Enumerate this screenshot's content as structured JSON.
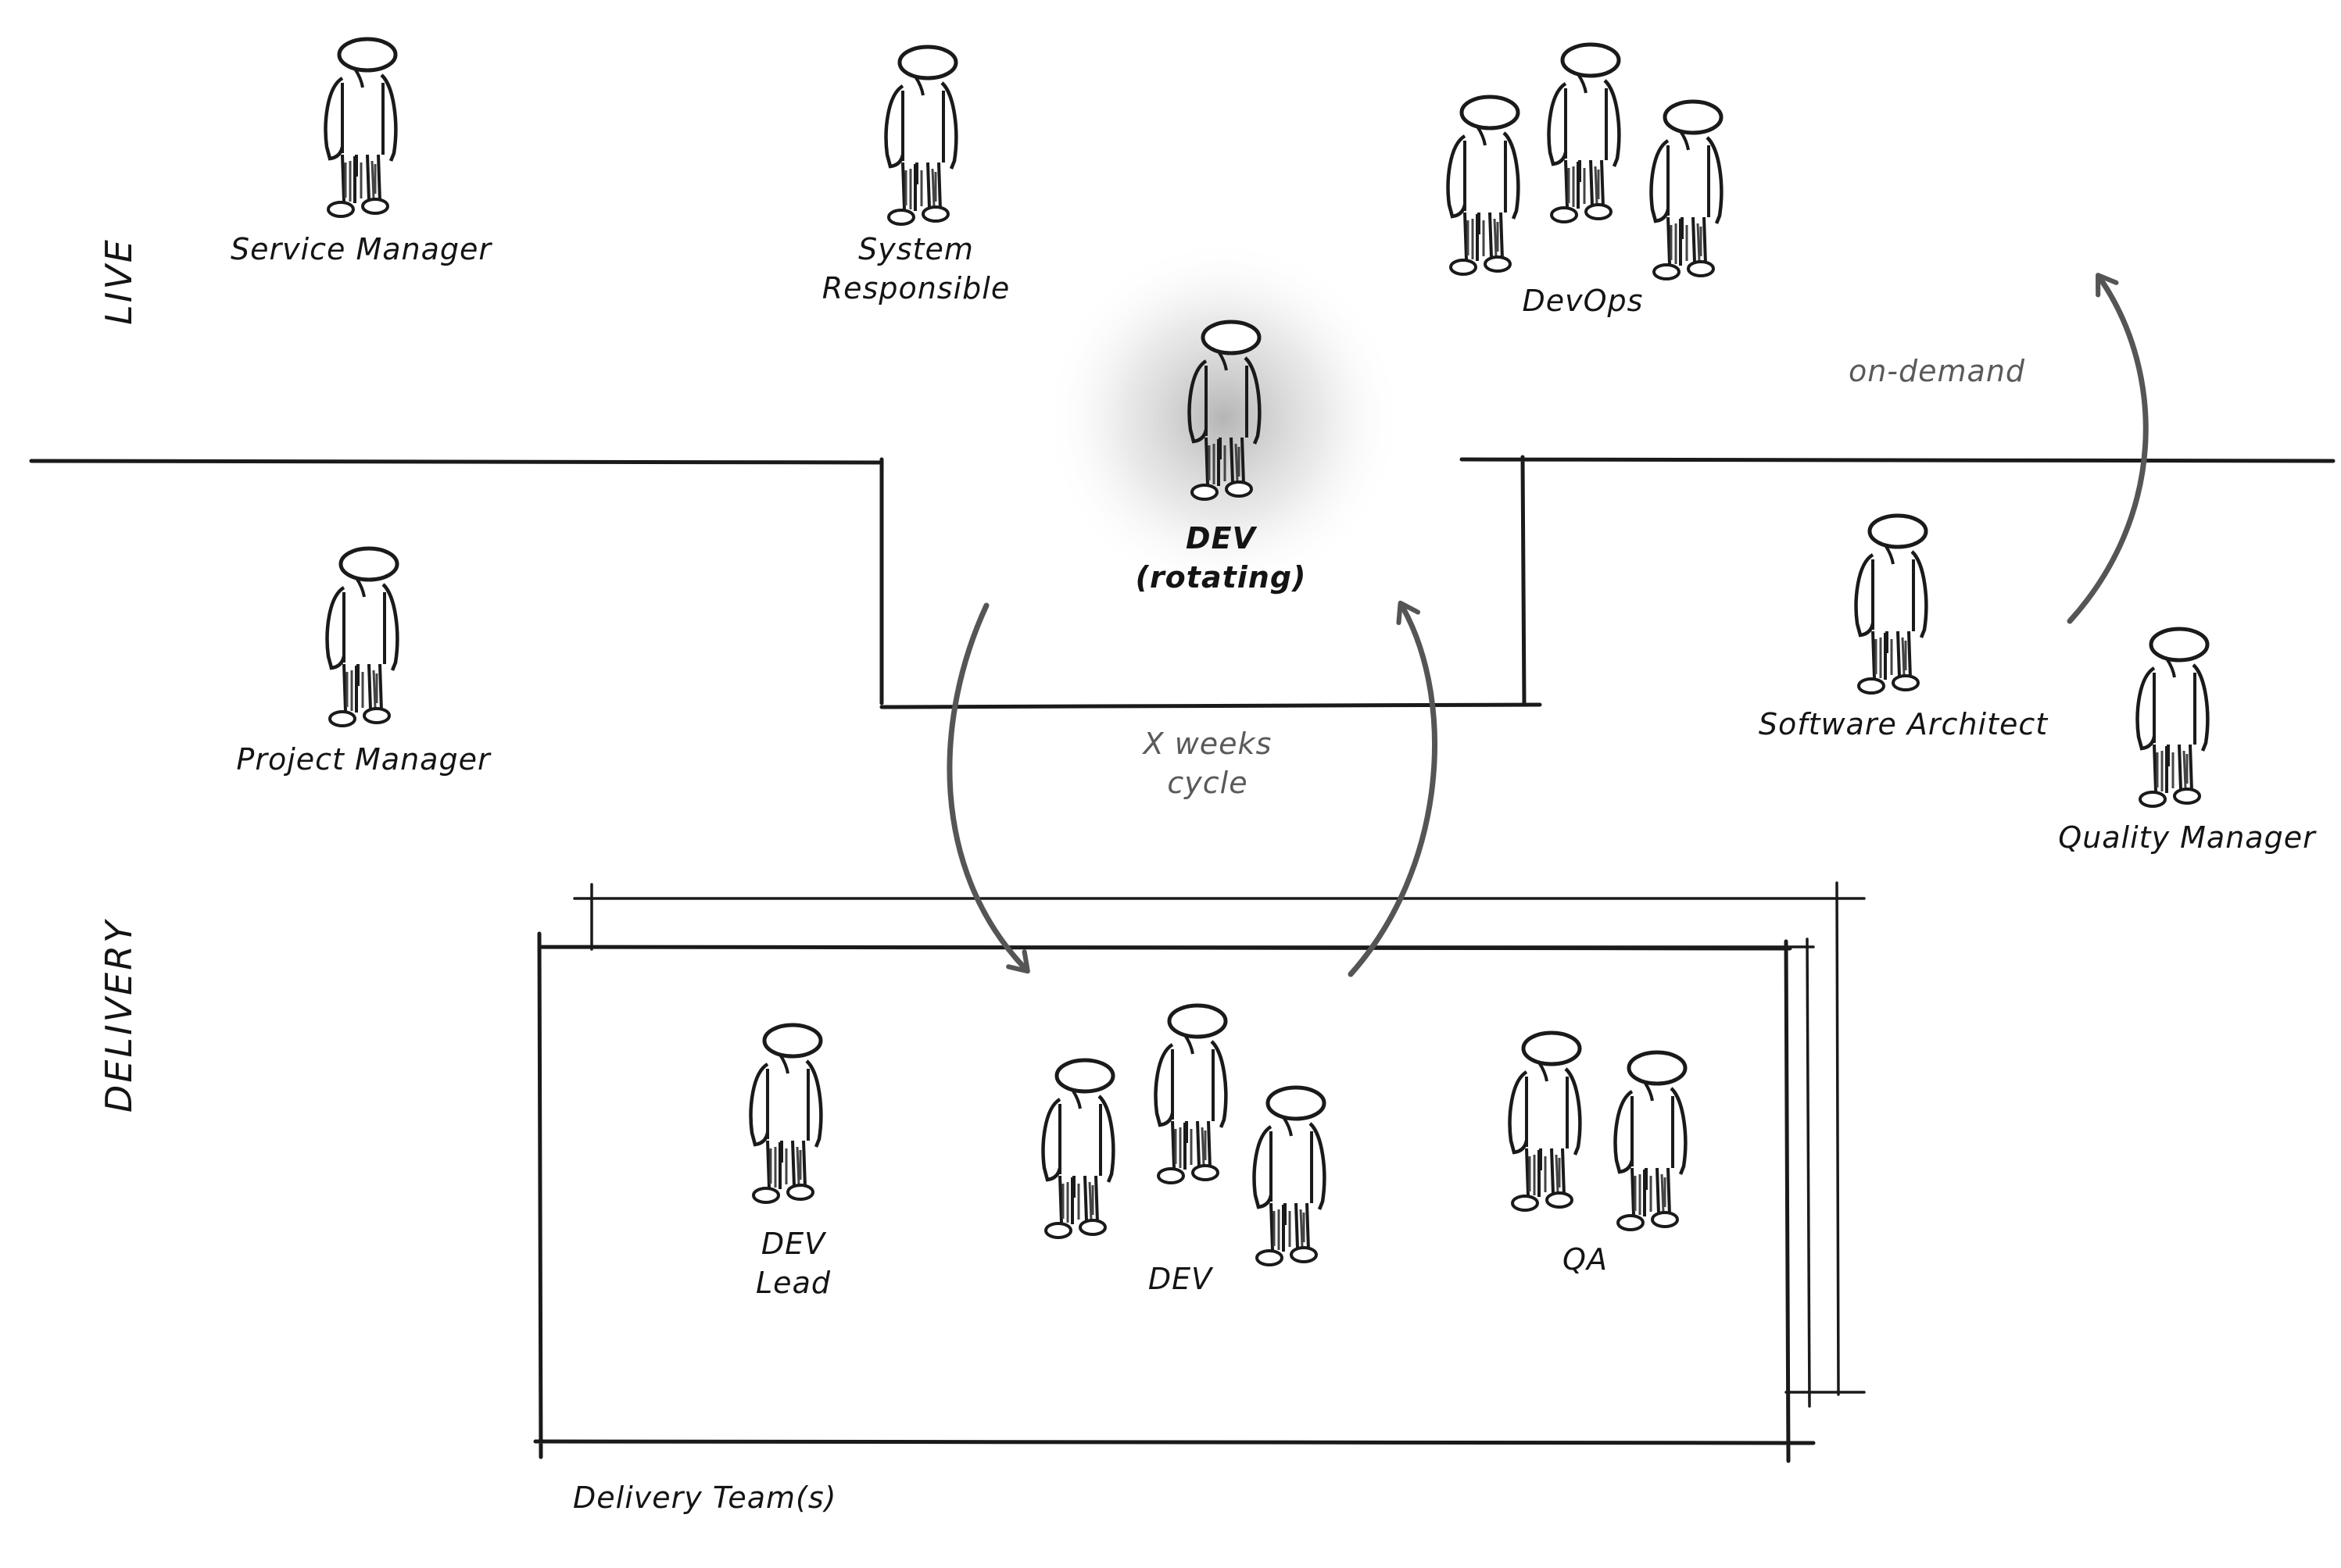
{
  "sections": {
    "live": "LIVE",
    "delivery": "DELIVERY"
  },
  "roles": {
    "service_manager": "Service Manager",
    "system_responsible_line1": "System",
    "system_responsible_line2": "Responsible",
    "devops": "DevOps",
    "dev_rotating_line1": "DEV",
    "dev_rotating_line2": "(rotating)",
    "project_manager": "Project Manager",
    "software_architect": "Software Architect",
    "quality_manager": "Quality Manager",
    "dev_lead_line1": "DEV",
    "dev_lead_line2": "Lead",
    "dev": "DEV",
    "qa": "QA"
  },
  "annotations": {
    "on_demand": "on-demand",
    "cycle_line1": "X weeks",
    "cycle_line2": "cycle",
    "delivery_teams": "Delivery Team(s)"
  },
  "colors": {
    "ink": "#1a1a1a",
    "arrow": "#555555",
    "annotation_text": "#5a5a5a",
    "highlight_glow": "#b0b0b0"
  }
}
